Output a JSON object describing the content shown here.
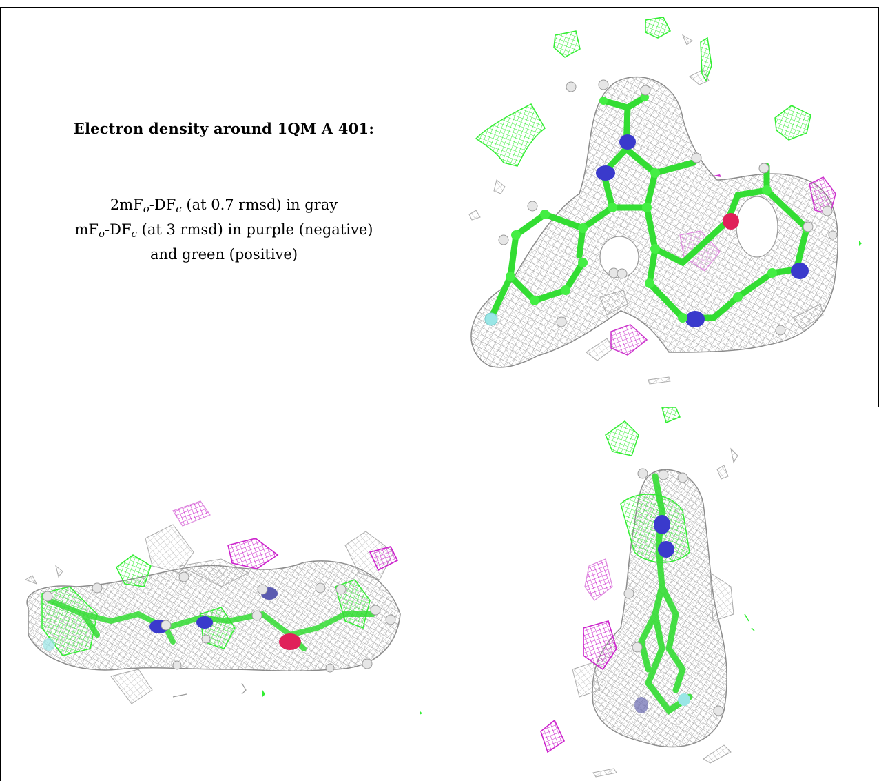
{
  "caption": {
    "title": "Electron density around 1QM A 401:",
    "line1": {
      "pre": "2mF",
      "sub1": "o",
      "mid": "-DF",
      "sub2": "c",
      "post": " (at 0.7 rmsd) in gray"
    },
    "line2": {
      "pre": "mF",
      "sub1": "o",
      "mid": "-DF",
      "sub2": "c",
      "post": " (at 3 rmsd) in purple (negative)"
    },
    "line3": "and green (positive)"
  },
  "colors": {
    "density_2fofc": "#a6a6a6",
    "diff_positive": "#33ff33",
    "diff_negative": "#cc00cc",
    "carbon": "#44ee44",
    "nitrogen": "#3a3acc",
    "oxygen": "#e0205a",
    "fluorine": "#99e6e6",
    "hydrogen": "#e6e6e6"
  },
  "views": [
    {
      "name": "view-top-right"
    },
    {
      "name": "view-bottom-left"
    },
    {
      "name": "view-bottom-right"
    }
  ]
}
